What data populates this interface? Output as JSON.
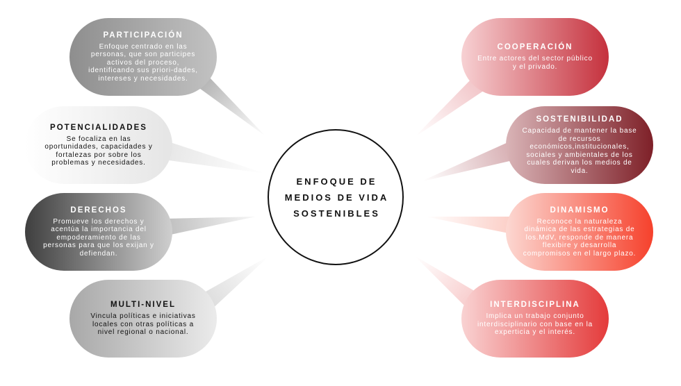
{
  "center": {
    "label": "ENFOQUE DE\nMEDIOS DE VIDA\nSOSTENIBLES"
  },
  "left": [
    {
      "title": "PARTICIPACIÓN",
      "description": "Enfoque centrado en las personas, que son participes activos del proceso, identificando sus priori-dades, intereses y necesidades."
    },
    {
      "title": "POTENCIALIDADES",
      "description": "Se focaliza en las oportunidades, capacidades y fortalezas por sobre los problemas y necesidades."
    },
    {
      "title": "DERECHOS",
      "description": "Promueve los derechos y acentúa la importancia del empoderamiento de las personas para que los exijan y defiendan."
    },
    {
      "title": "MULTI-NIVEL",
      "description": "Vincula políticas e iniciativas locales con otras políticas a nivel regional o nacional."
    }
  ],
  "right": [
    {
      "title": "COOPERACIÓN",
      "description": "Entre actores del sector público y el privado."
    },
    {
      "title": "SOSTENIBILIDAD",
      "description": "Capacidad de mantener la base de recursos económicos,institucionales, sociales y ambientales de los cuales derivan los medios de vida."
    },
    {
      "title": "DINAMISMO",
      "description": "Reconoce la naturaleza dinámica de las estrategias de los.MdV, responde de manera flexibire y desarrolla compromisos en el largo plazo."
    },
    {
      "title": "INTERDISCIPLINA",
      "description": "Implica un trabajo conjunto interdisciplinario con base en la experticia y el interés."
    }
  ],
  "colors": {
    "participacion": "#9e9e9e",
    "potencialidades": "#f2f2f2",
    "derechos": "#5a5a5a",
    "multinivel": "#c8c8c8",
    "cooperacion": "#d64a55",
    "sostenibilidad": "#8c2a33",
    "dinamismo": "#f6412c",
    "interdisciplina": "#e43b3b"
  }
}
